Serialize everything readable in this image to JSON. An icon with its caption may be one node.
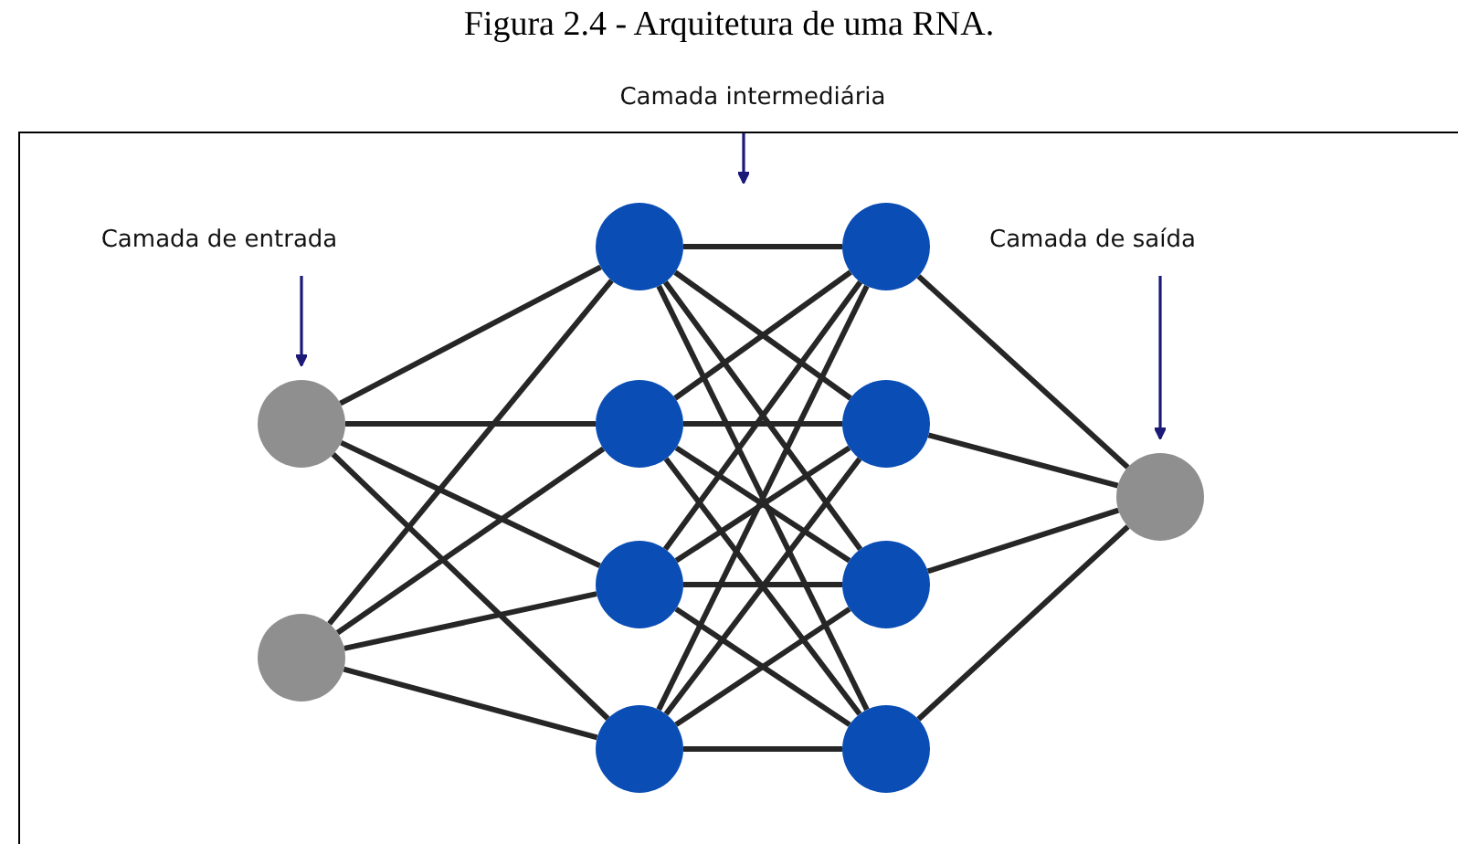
{
  "diagram": {
    "title": "Figura 2.4 - Arquitetura de uma RNA.",
    "nodes": [
      {
        "text": [
          "Camada intermediária"
        ]
      },
      {
        "text": [
          "Camada de entrada"
        ]
      },
      {
        "text": [
          "Camada de saída"
        ]
      },
      {
        "text": [],
        "shape": "circle"
      },
      {
        "text": [],
        "shape": "circle"
      },
      {
        "text": [],
        "shape": "circle"
      },
      {
        "text": [],
        "shape": "circle"
      },
      {
        "text": [],
        "shape": "circle"
      },
      {
        "text": [],
        "shape": "circle"
      },
      {
        "text": [],
        "shape": "circle"
      },
      {
        "text": [],
        "shape": "circle"
      },
      {
        "text": [],
        "shape": "circle"
      },
      {
        "text": [],
        "shape": "circle"
      },
      {
        "text": [],
        "shape": "circle"
      }
    ],
    "edges": [
      {
        "from": 0,
        "to": null,
        "arrow": "to",
        "color": "#1c1a78"
      },
      {
        "from": 1,
        "to": 3,
        "arrow": "to",
        "color": "#1c1a78"
      },
      {
        "from": 2,
        "to": 13,
        "arrow": "to",
        "color": "#1c1a78"
      },
      {
        "from": 3,
        "to": 5,
        "arrow": "none"
      },
      {
        "from": 3,
        "to": 6,
        "arrow": "none"
      },
      {
        "from": 3,
        "to": 7,
        "arrow": "none"
      },
      {
        "from": 3,
        "to": 8,
        "arrow": "none"
      },
      {
        "from": 4,
        "to": 5,
        "arrow": "none"
      },
      {
        "from": 4,
        "to": 6,
        "arrow": "none"
      },
      {
        "from": 4,
        "to": 7,
        "arrow": "none"
      },
      {
        "from": 4,
        "to": 8,
        "arrow": "none"
      },
      {
        "from": 5,
        "to": 9,
        "arrow": "none"
      },
      {
        "from": 5,
        "to": 10,
        "arrow": "none"
      },
      {
        "from": 5,
        "to": 11,
        "arrow": "none"
      },
      {
        "from": 5,
        "to": 12,
        "arrow": "none"
      },
      {
        "from": 6,
        "to": 9,
        "arrow": "none"
      },
      {
        "from": 6,
        "to": 10,
        "arrow": "none"
      },
      {
        "from": 6,
        "to": 11,
        "arrow": "none"
      },
      {
        "from": 6,
        "to": 12,
        "arrow": "none"
      },
      {
        "from": 7,
        "to": 9,
        "arrow": "none"
      },
      {
        "from": 7,
        "to": 10,
        "arrow": "none"
      },
      {
        "from": 7,
        "to": 11,
        "arrow": "none"
      },
      {
        "from": 7,
        "to": 12,
        "arrow": "none"
      },
      {
        "from": 8,
        "to": 9,
        "arrow": "none"
      },
      {
        "from": 8,
        "to": 10,
        "arrow": "none"
      },
      {
        "from": 8,
        "to": 11,
        "arrow": "none"
      },
      {
        "from": 8,
        "to": 12,
        "arrow": "none"
      },
      {
        "from": 9,
        "to": 13,
        "arrow": "none"
      },
      {
        "from": 10,
        "to": 13,
        "arrow": "none"
      },
      {
        "from": 11,
        "to": 13,
        "arrow": "none"
      },
      {
        "from": 12,
        "to": 13,
        "arrow": "none"
      }
    ]
  }
}
